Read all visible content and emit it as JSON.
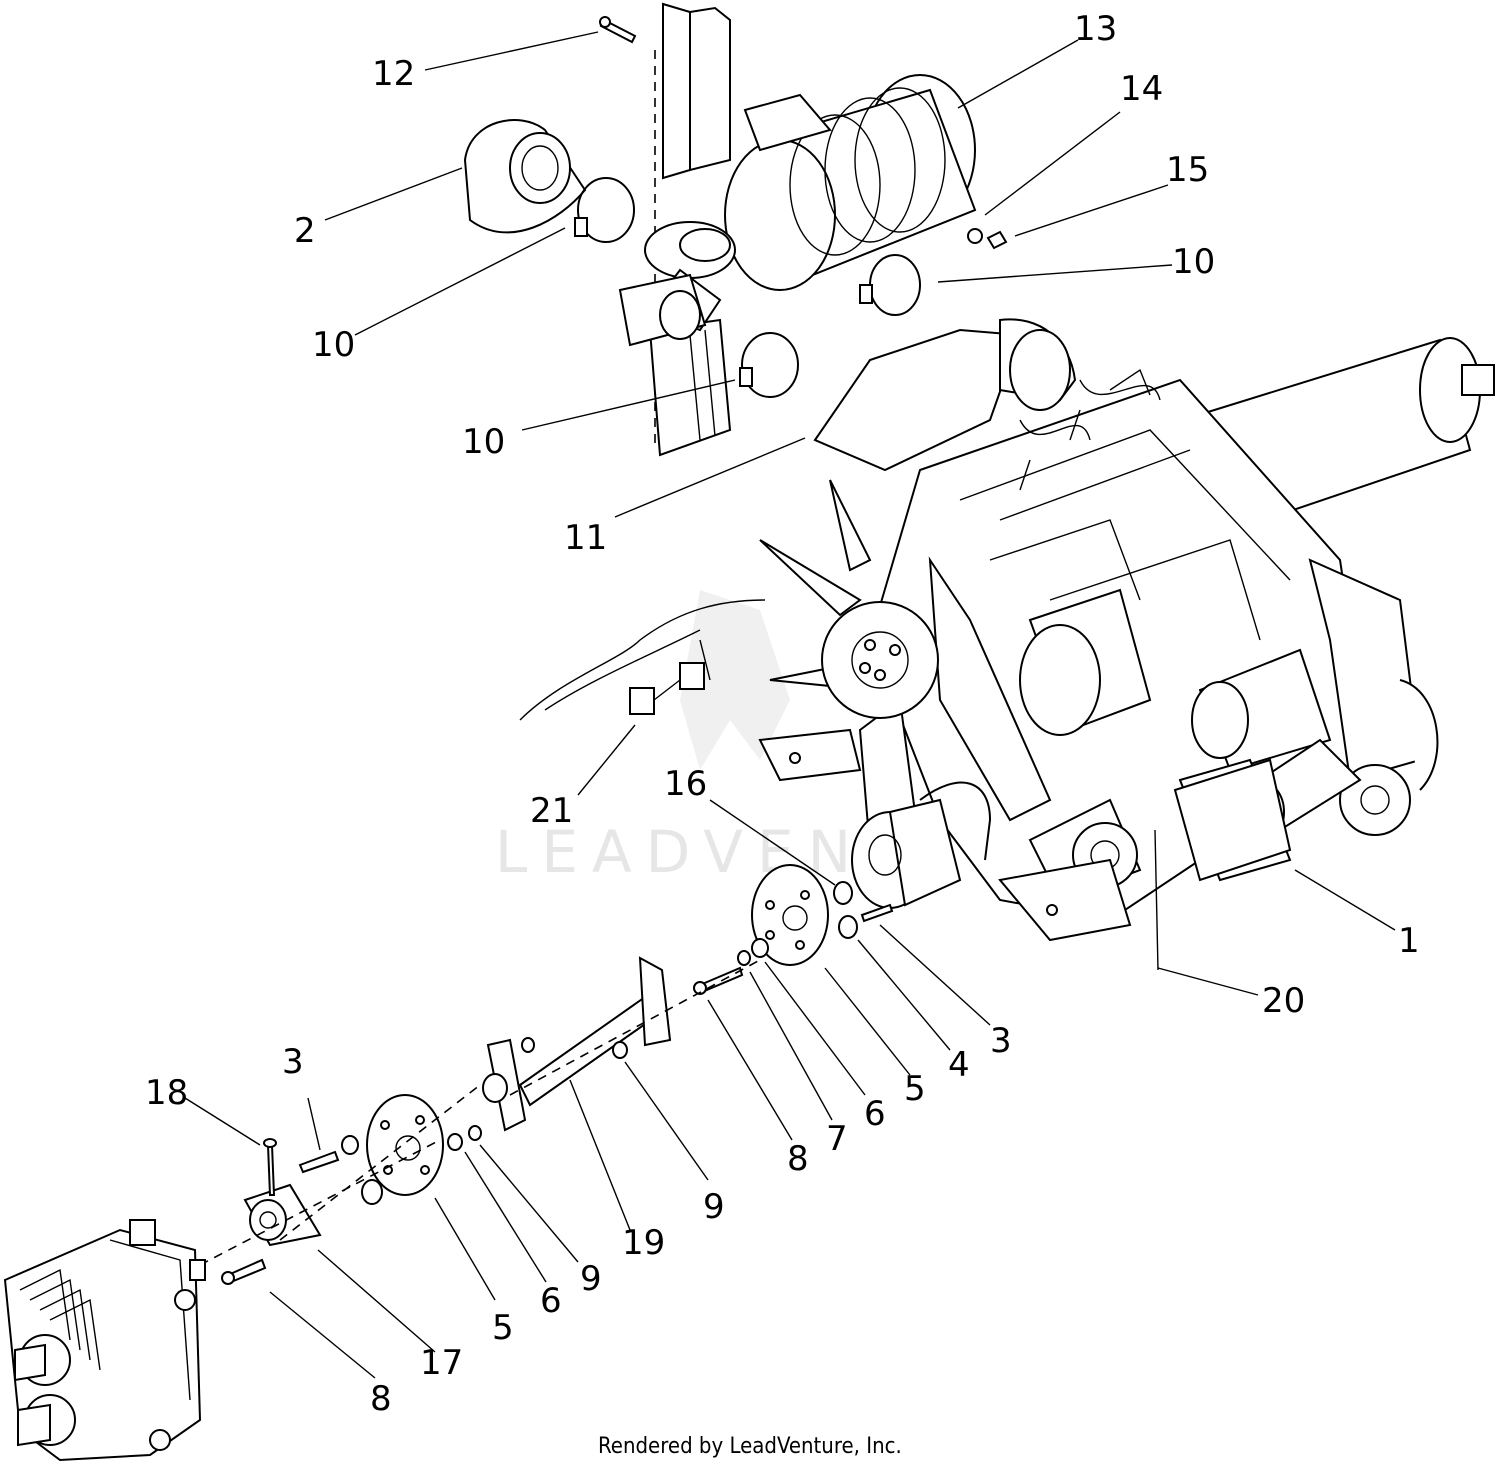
{
  "callouts": [
    {
      "id": "c1",
      "label": "1"
    },
    {
      "id": "c2",
      "label": "2"
    },
    {
      "id": "c3a",
      "label": "3"
    },
    {
      "id": "c3b",
      "label": "3"
    },
    {
      "id": "c4",
      "label": "4"
    },
    {
      "id": "c5a",
      "label": "5"
    },
    {
      "id": "c5b",
      "label": "5"
    },
    {
      "id": "c6a",
      "label": "6"
    },
    {
      "id": "c6b",
      "label": "6"
    },
    {
      "id": "c7",
      "label": "7"
    },
    {
      "id": "c8a",
      "label": "8"
    },
    {
      "id": "c8b",
      "label": "8"
    },
    {
      "id": "c9a",
      "label": "9"
    },
    {
      "id": "c9b",
      "label": "9"
    },
    {
      "id": "c10a",
      "label": "10"
    },
    {
      "id": "c10b",
      "label": "10"
    },
    {
      "id": "c10c",
      "label": "10"
    },
    {
      "id": "c11",
      "label": "11"
    },
    {
      "id": "c12",
      "label": "12"
    },
    {
      "id": "c13",
      "label": "13"
    },
    {
      "id": "c14",
      "label": "14"
    },
    {
      "id": "c15",
      "label": "15"
    },
    {
      "id": "c16",
      "label": "16"
    },
    {
      "id": "c17",
      "label": "17"
    },
    {
      "id": "c18",
      "label": "18"
    },
    {
      "id": "c19",
      "label": "19"
    },
    {
      "id": "c20",
      "label": "20"
    },
    {
      "id": "c21",
      "label": "21"
    }
  ],
  "watermark": "LEADVENTURE",
  "footer": "Rendered by LeadVenture, Inc."
}
